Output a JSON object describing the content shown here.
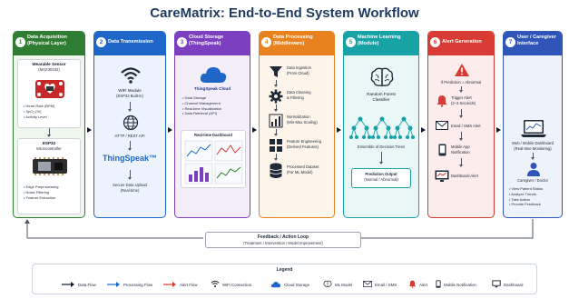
{
  "title": "CareMatrix: End-to-End System Workflow",
  "colors": {
    "c1": "#2e7d32",
    "c2": "#1e66c8",
    "c3": "#7b3fbf",
    "c4": "#e8821e",
    "c5": "#17a2a6",
    "c6": "#d83a34",
    "c7": "#2f55b8"
  },
  "col1": {
    "num": "1",
    "title": "Data Acquisition (Physical Layer)",
    "sensor_title": "Wearable Sensor",
    "sensor_model": "(MAX30102)",
    "sensor_items": [
      "• Heart Rate (BPM)",
      "• SpO₂ (%)",
      "• Activity Level"
    ],
    "esp_title": "ESP32",
    "esp_sub": "Microcontroller",
    "esp_items": [
      "• Edge Preprocessing",
      "• Noise Filtering",
      "• Feature Extraction"
    ]
  },
  "col2": {
    "num": "2",
    "title": "Data Transmission",
    "wifi_title": "WiFi Module",
    "wifi_sub": "(ESP32 Built-in)",
    "http": "HTTP / REST API",
    "brand": "ThingSpeak™",
    "upload": "Secure Data Upload",
    "upload_sub": "(Real-time)"
  },
  "col3": {
    "num": "3",
    "title": "Cloud Storage (ThingSpeak)",
    "cloud_title": "ThingSpeak Cloud",
    "items": [
      "• Data Storage",
      "• Channel Management",
      "• Real-time Visualization",
      "• Data Retrieval (API)"
    ],
    "dash_title": "Real-time Dashboard"
  },
  "col4": {
    "num": "4",
    "title": "Data Processing (Middleware)",
    "steps": [
      {
        "t": "Data Ingestion",
        "s": "(From Cloud)"
      },
      {
        "t": "Data Cleaning",
        "s": "& Filtering"
      },
      {
        "t": "Normalization",
        "s": "(Min-Max Scaling)"
      },
      {
        "t": "Feature Engineering",
        "s": "(Derived Features)"
      },
      {
        "t": "Processed Dataset",
        "s": "(For ML Model)"
      }
    ]
  },
  "col5": {
    "num": "5",
    "title": "Machine Learning (Module)",
    "model_title": "Random Forest",
    "model_sub": "Classifier",
    "ensemble": "Ensemble of Decision Trees",
    "output": "Prediction Output",
    "output_sub": "(Normal / Abnormal)"
  },
  "col6": {
    "num": "6",
    "title": "Alert Generation",
    "cond": "If Prediction = Abnormal",
    "trigger": "Trigger Alert",
    "trigger_sub": "(2–3 Seconds)",
    "email": "Email / SMS Alert",
    "app": "Mobile App",
    "app_sub": "Notification",
    "dash": "Dashboard Alert"
  },
  "col7": {
    "num": "7",
    "title": "User / Caregiver Interface",
    "web": "Web / Mobile Dashboard",
    "web_sub": "(Real-time Monitoring)",
    "user": "Caregiver / Doctor",
    "items": [
      "• View Patient Status",
      "• Analyze Trends",
      "• Take Action",
      "• Provide Feedback"
    ]
  },
  "feedback": {
    "title": "Feedback / Action Loop",
    "sub": "(Treatment / Intervention / Model Improvement)"
  },
  "legend": {
    "title": "Legend",
    "items": [
      "Data Flow",
      "Processing Flow",
      "Alert Flow",
      "WiFi Connection",
      "Cloud Storage",
      "ML Model",
      "Email / SMS",
      "Alert",
      "Mobile Notification",
      "Dashboard"
    ]
  }
}
